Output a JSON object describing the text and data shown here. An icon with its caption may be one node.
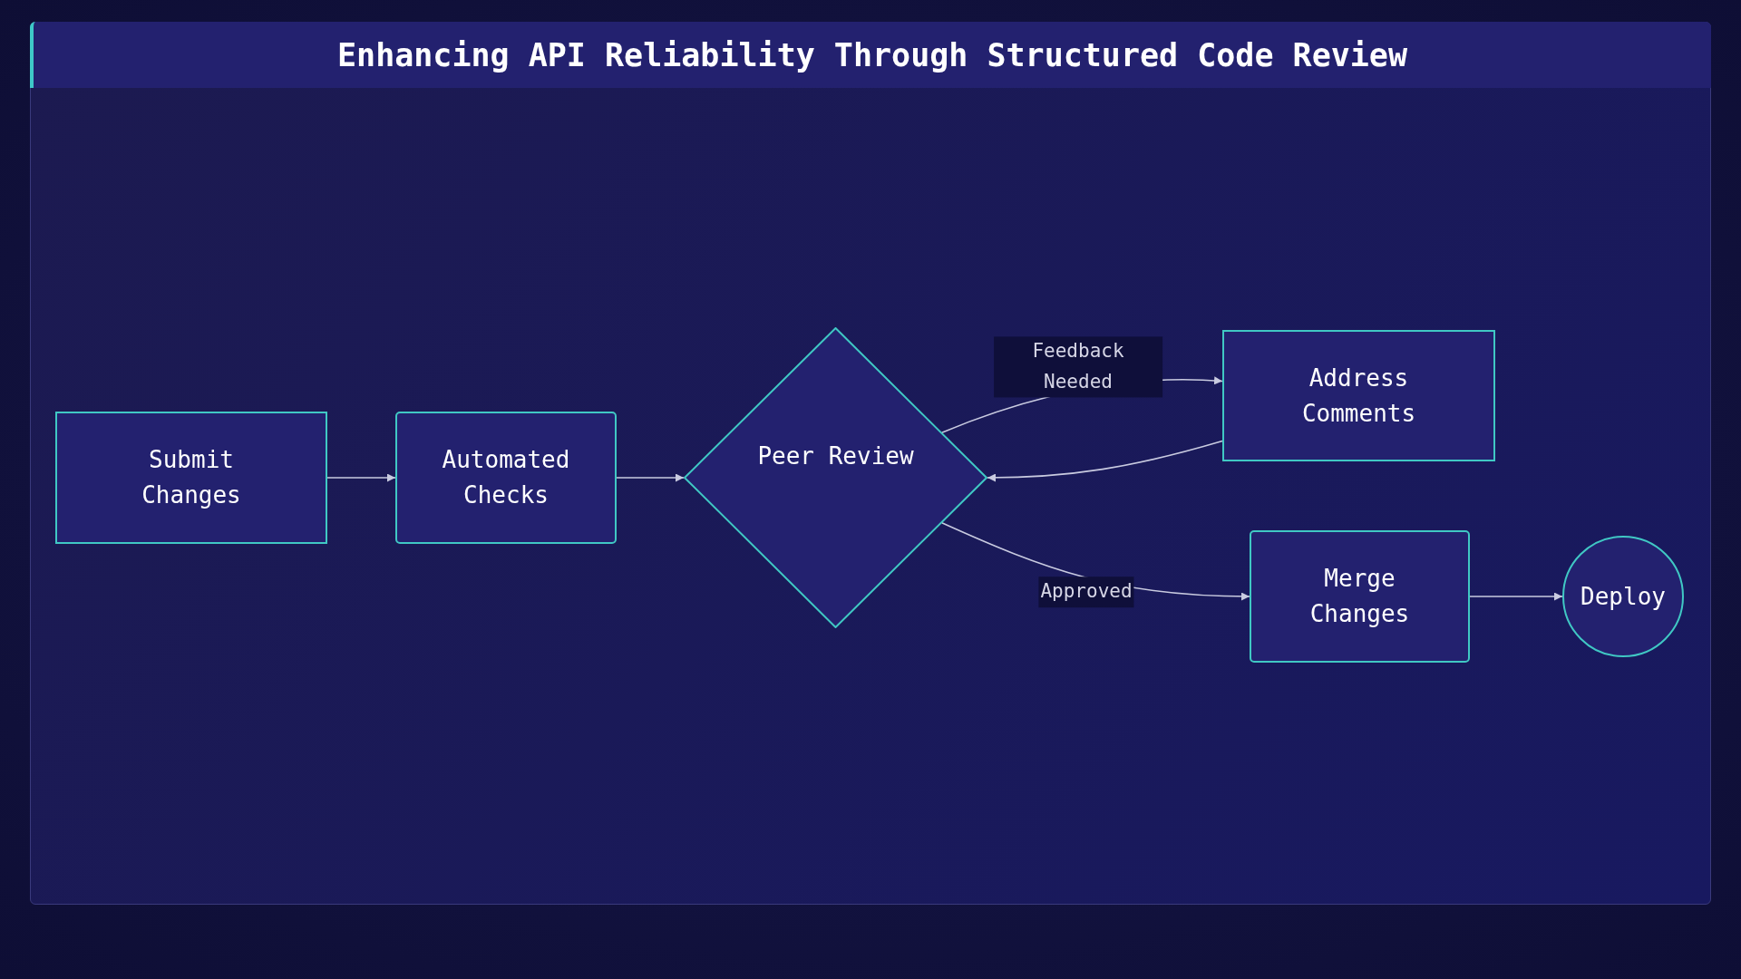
{
  "diagram": {
    "title": "Enhancing API Reliability Through Structured Code Review",
    "nodes": [
      {
        "text": [
          "Submit Changes"
        ]
      },
      {
        "text": [
          "Automated Checks"
        ]
      },
      {
        "text": [
          "Peer Review"
        ]
      },
      {
        "text": [
          "Address Comments"
        ]
      },
      {
        "text": [
          "Merge Changes"
        ]
      },
      {
        "text": [
          "Deploy"
        ]
      }
    ],
    "edges": [
      {
        "from": 0,
        "to": 1,
        "arrow": "to"
      },
      {
        "from": 1,
        "to": 2,
        "arrow": "to"
      },
      {
        "from": 2,
        "to": 3,
        "arrow": "to",
        "label": "Feedback Needed"
      },
      {
        "from": 3,
        "to": 2,
        "arrow": "to"
      },
      {
        "from": 2,
        "to": 4,
        "arrow": "to",
        "label": "Approved"
      },
      {
        "from": 4,
        "to": 5,
        "arrow": "to"
      }
    ]
  }
}
